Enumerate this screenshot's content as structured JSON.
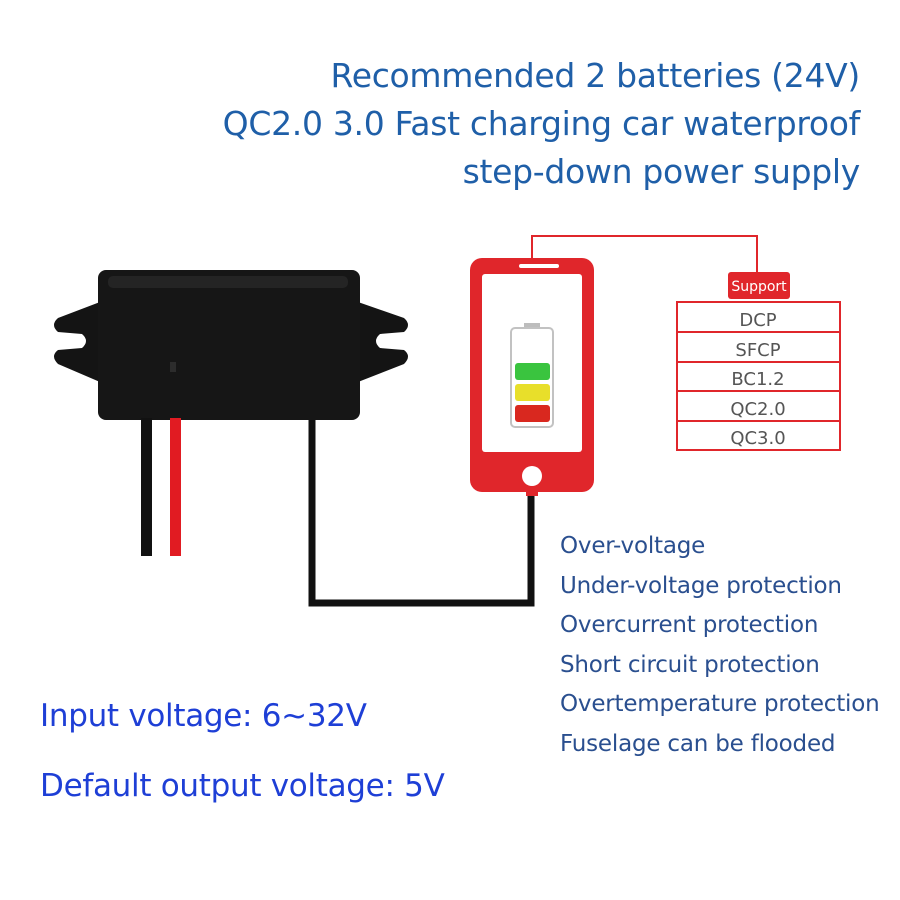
{
  "headline": {
    "line1": "Recommended 2 batteries (24V)",
    "line2": "QC2.0 3.0 Fast charging car waterproof",
    "line3": "step-down power supply"
  },
  "support": {
    "header": "Support",
    "protocols": [
      "DCP",
      "SFCP",
      "BC1.2",
      "QC2.0",
      "QC3.0"
    ]
  },
  "battery_levels": [
    "green",
    "yellow",
    "red"
  ],
  "features": [
    "Over-voltage",
    "Under-voltage protection",
    "Overcurrent protection",
    "Short circuit protection",
    "Overtemperature protection",
    "Fuselage can be flooded"
  ],
  "specs": {
    "input": "Input voltage: 6~32V",
    "output": "Default output voltage: 5V"
  },
  "colors": {
    "headline": "#1f5fa8",
    "specs": "#1e3fd6",
    "features": "#2a4f8f",
    "phone": "#e0262b",
    "module": "#161616"
  }
}
